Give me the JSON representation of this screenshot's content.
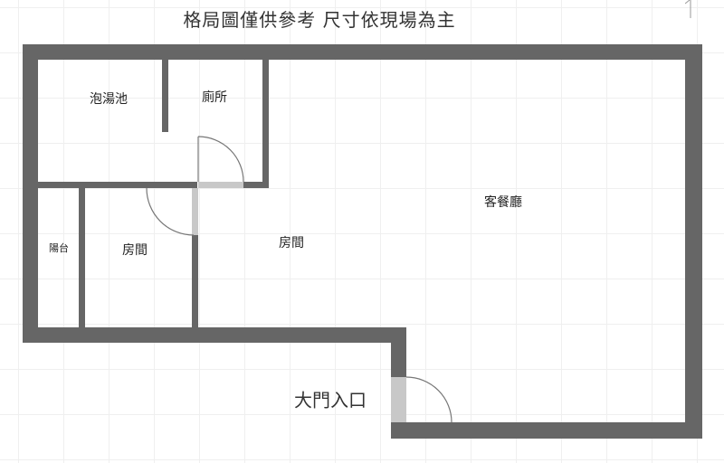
{
  "header": {
    "title": "格局圖僅供參考 尺寸依現場為主"
  },
  "rooms": {
    "bath": "泡湯池",
    "toilet": "廁所",
    "balcony": "陽台",
    "bedroom_left": "房間",
    "bedroom_center": "房間",
    "living_dining": "客餐廳",
    "entrance": "大門入口"
  },
  "colors": {
    "wall": "#666666",
    "door_leaf": "#c8c8c8",
    "door_arc": "#777777",
    "grid": "#efefef"
  }
}
